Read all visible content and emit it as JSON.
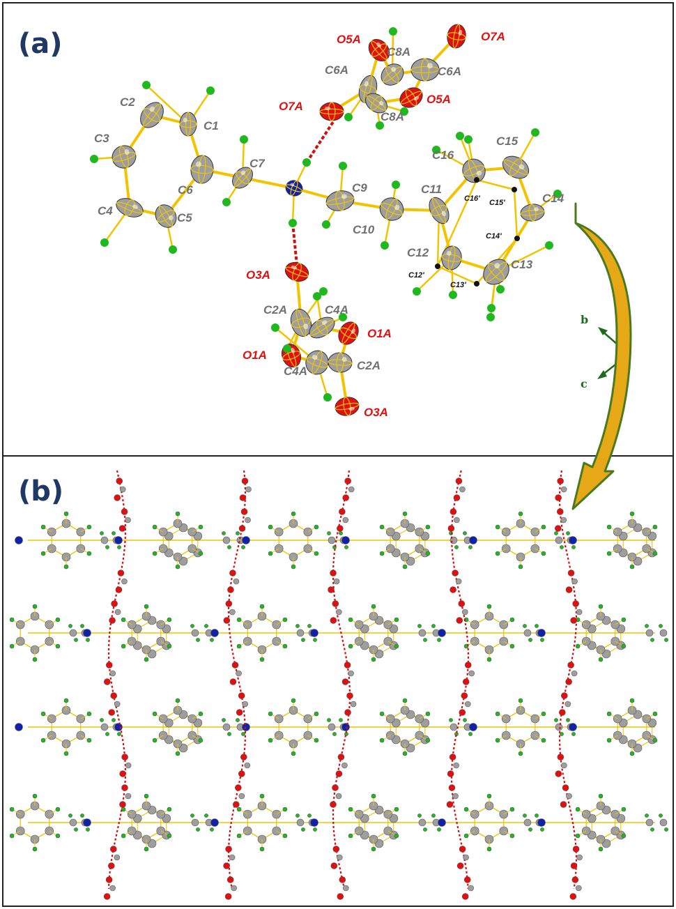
{
  "panels": [
    {
      "label": "(a)"
    },
    {
      "label": "(b)"
    }
  ],
  "colors": {
    "carbon": "#9e9e9e",
    "hydrogen": "#1fb81f",
    "nitrogen": "#1122aa",
    "oxygen": "#e01010",
    "bond": "#f2c400",
    "hbond": "#d01010",
    "carbon_label": "#707070",
    "oxygen_label": "#e01010",
    "axis": "#1e6b1e",
    "arrow_fill": "#e6a817",
    "arrow_edge": "#4a7a1e",
    "frame": "#222222"
  },
  "axes": {
    "b": "b",
    "c": "c"
  },
  "atom_labels": {
    "carbon": [
      "C1",
      "C2",
      "C3",
      "C4",
      "C5",
      "C6",
      "C7",
      "C9",
      "C10",
      "C11",
      "C12",
      "C13",
      "C14",
      "C15",
      "C16",
      "C2A",
      "C4A",
      "C2A",
      "C4A",
      "C6A",
      "C8A",
      "C6A",
      "C8A"
    ],
    "oxygen": [
      "O1A",
      "O1A",
      "O3A",
      "O3A",
      "O5A",
      "O5A",
      "O7A",
      "O7A"
    ],
    "disordered": [
      "C12'",
      "C13'",
      "C14'",
      "C15'",
      "C16'"
    ]
  },
  "icons": [
    "curved-arrow-icon",
    "axis-triad-icon"
  ]
}
